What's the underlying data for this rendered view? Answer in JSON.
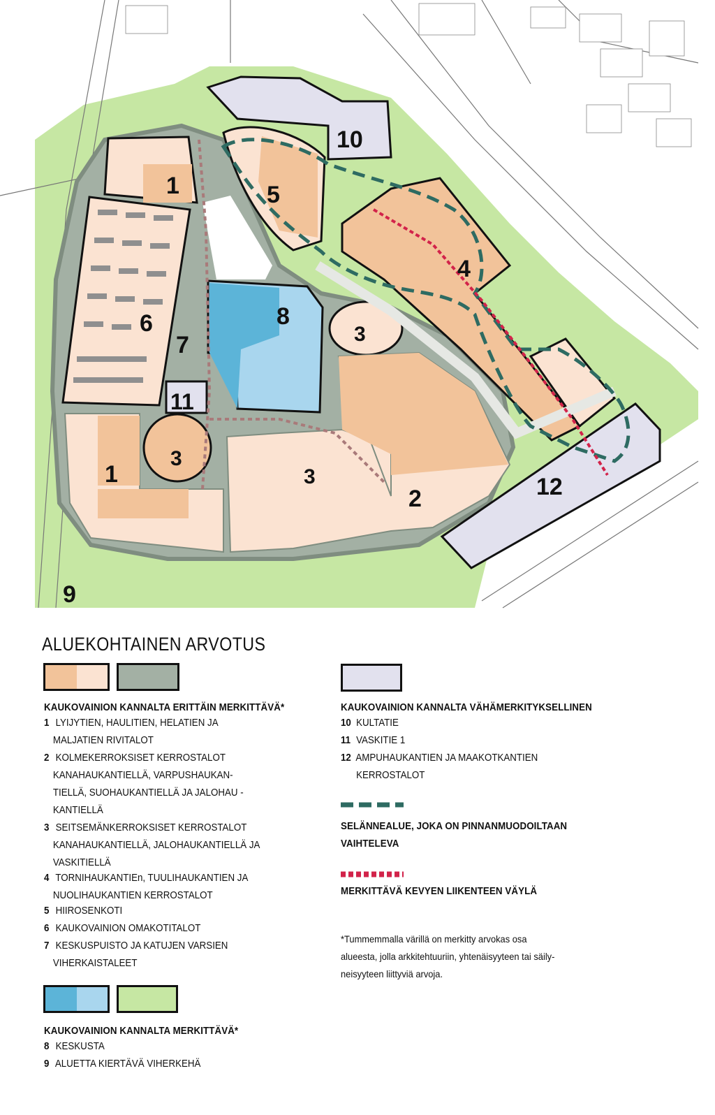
{
  "map": {
    "area_labels": [
      "1",
      "1",
      "2",
      "3",
      "3",
      "3",
      "4",
      "5",
      "6",
      "7",
      "8",
      "9",
      "10",
      "11",
      "12"
    ]
  },
  "legend": {
    "title": "ALUEKOHTAINEN ARVOTUS",
    "group_very_significant": {
      "heading": "KAUKOVAINION KANNALTA ERITTÄIN MERKITTÄVÄ*",
      "colors": {
        "dark_orange": "#f2c39a",
        "light_orange": "#fbe3d2",
        "gray_green": "#a3b0a4"
      },
      "items": [
        {
          "num": "1",
          "lines": [
            "LYIJYTIEN, HAULITIEN, HELATIEN JA",
            "MALJATIEN RIVITALOT"
          ]
        },
        {
          "num": "2",
          "lines": [
            "KOLMEKERROKSISET KERROSTALOT",
            "KANAHAUKANTIELLÄ, VARPUSHAUKAN-",
            "TIELLÄ, SUOHAUKANTIELLÄ JA JALOHAU -",
            "KANTIELLÄ"
          ]
        },
        {
          "num": "3",
          "lines": [
            "SEITSEMÄNKERROKSISET KERROSTALOT",
            "KANAHAUKANTIELLÄ, JALOHAUKANTIELLÄ JA",
            "VASKITIELLÄ"
          ]
        },
        {
          "num": "4",
          "lines": [
            "TORNIHAUKANTIEn, TUULIHAUKANTIEN JA",
            "NUOLIHAUKANTIEN KERROSTALOT"
          ]
        },
        {
          "num": "5",
          "lines": [
            "HIIROSENKOTI"
          ]
        },
        {
          "num": "6",
          "lines": [
            "KAUKOVAINION OMAKOTITALOT"
          ]
        },
        {
          "num": "7",
          "lines": [
            "KESKUSPUISTO JA KATUJEN VARSIEN",
            "VIHERKAISTALEET"
          ]
        }
      ]
    },
    "group_significant": {
      "heading": "KAUKOVAINION KANNALTA MERKITTÄVÄ*",
      "colors": {
        "dark_blue": "#5cb4d8",
        "light_blue": "#a9d6ee",
        "green": "#c6e7a3"
      },
      "items": [
        {
          "num": "8",
          "lines": [
            "KESKUSTA"
          ]
        },
        {
          "num": "9",
          "lines": [
            "ALUETTA KIERTÄVÄ VIHERKEHÄ"
          ]
        }
      ]
    },
    "group_minor": {
      "heading": "KAUKOVAINION KANNALTA VÄHÄMERKITYKSELLINEN",
      "colors": {
        "lavender": "#e2e1ee"
      },
      "items": [
        {
          "num": "10",
          "lines": [
            "KULTATIE"
          ]
        },
        {
          "num": "11",
          "lines": [
            "VASKITIE 1"
          ]
        },
        {
          "num": "12",
          "lines": [
            "AMPUHAUKANTIEN JA MAAKOTKANTIEN",
            "KERROSTALOT"
          ]
        }
      ]
    },
    "ridge": {
      "color": "#2e6b62",
      "lines": [
        "SELÄNNEALUE, JOKA ON PINNANMUODOILTAAN",
        "VAIHTELEVA"
      ]
    },
    "route": {
      "color": "#d2234a",
      "label": "MERKITTÄVÄ KEVYEN LIIKENTEEN VÄYLÄ"
    },
    "footnote": {
      "lines": [
        "*Tummemmalla värillä on merkitty arvokas osa",
        "alueesta, jolla arkkitehtuuriin, yhtenäisyyteen tai säily-",
        "neisyyteen liittyviä arvoja."
      ]
    }
  }
}
